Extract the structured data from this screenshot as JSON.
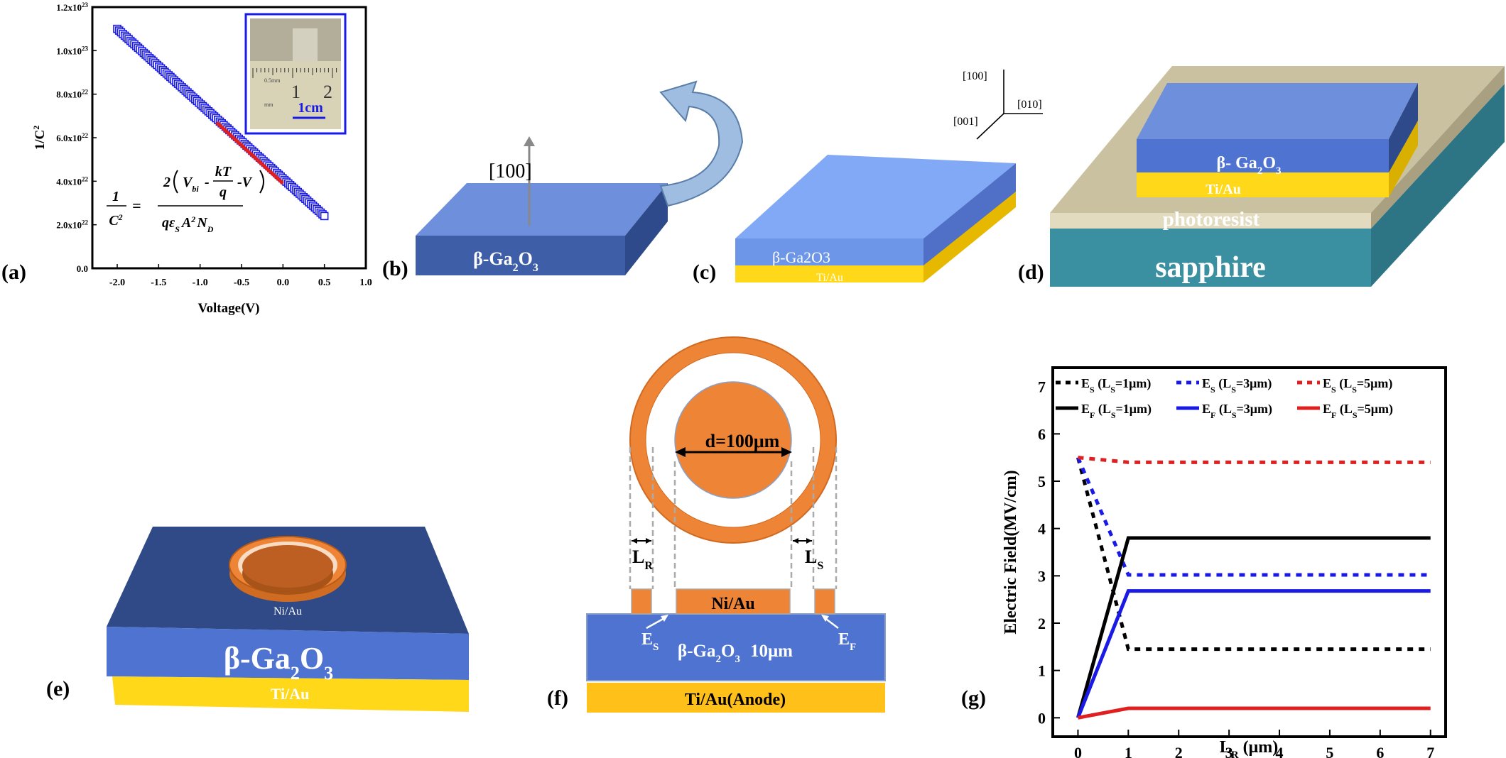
{
  "panels": {
    "a": "(a)",
    "b": "(b)",
    "c": "(c)",
    "d": "(d)",
    "e": "(e)",
    "f": "(f)",
    "g": "(g)"
  },
  "chart_a": {
    "type": "scatter",
    "xlabel": "Voltage(V)",
    "ylabel_base": "1/C",
    "ylabel_sup": "2",
    "xlim": [
      -2.3,
      1.0
    ],
    "ylim": [
      0,
      1.2e+23
    ],
    "x_ticks": [
      "-2.0",
      "-1.5",
      "-1.0",
      "-0.5",
      "0.0",
      "0.5",
      "1.0"
    ],
    "y_ticks": [
      {
        "base": "0.0",
        "sup": ""
      },
      {
        "base": "2.0x10",
        "sup": "22"
      },
      {
        "base": "4.0x10",
        "sup": "22"
      },
      {
        "base": "6.0x10",
        "sup": "22"
      },
      {
        "base": "8.0x10",
        "sup": "22"
      },
      {
        "base": "1.0x10",
        "sup": "23"
      },
      {
        "base": "1.2x10",
        "sup": "23"
      }
    ],
    "series": [
      {
        "marker": "square",
        "color": "#1a1ae6",
        "x_range": [
          -2.0,
          0.5
        ],
        "y_range": [
          1.1e+23,
          2.4e+22
        ]
      },
      {
        "marker": "line",
        "color": "#e02020",
        "x_range": [
          -0.8,
          0.0
        ],
        "y_range": [
          6.7e+22,
          3.9e+22
        ]
      }
    ],
    "inset_labels": {
      "n1": "1",
      "n2": "2",
      "scale": "1cm",
      "mm1": "0.5mm",
      "mm2": "mm"
    },
    "colors": {
      "markers": "#1a1ae6",
      "fit": "#e02020",
      "inset_border": "#1a1ae6"
    }
  },
  "formula": {
    "lhs_num": "1",
    "lhs_den": "C",
    "lhs_den_sup": "2",
    "coef": "2",
    "vbi": "V",
    "vbi_sub": "bi",
    "minus1": "-",
    "kt": "kT",
    "q1": "q",
    "minus2": "-V",
    "den_q": "qε",
    "den_s": "S",
    "den_a": "A",
    "den_a_sup": "2",
    "den_n": "N",
    "den_n_sub": "D"
  },
  "panel_b": {
    "direction": "[100]",
    "layer_base": "β-Ga",
    "layer_sub1": "2",
    "layer_mid": "O",
    "layer_sub2": "3"
  },
  "panel_c": {
    "layer": "β-Ga2O3",
    "metal": "Ti/Au"
  },
  "panel_d": {
    "axis_100": "[100]",
    "axis_010": "[010]",
    "axis_001": "[001]",
    "layer_base": "β- Ga",
    "layer_sub1": "2",
    "layer_mid": "O",
    "layer_sub2": "3",
    "metal": "Ti/Au",
    "photoresist": "photoresist",
    "substrate": "sapphire"
  },
  "panel_e": {
    "contact": "Ni/Au",
    "layer_base": "β-Ga",
    "layer_sub1": "2",
    "layer_mid": "O",
    "layer_sub2": "3",
    "metal": "Ti/Au"
  },
  "panel_f": {
    "diameter": "d=100μm",
    "lr_base": "L",
    "lr_sub": "R",
    "ls_base": "L",
    "ls_sub": "S",
    "contact": "Ni/Au",
    "es_base": "E",
    "es_sub": "S",
    "ef_base": "E",
    "ef_sub": "F",
    "layer_base": "β-Ga",
    "layer_sub1": "2",
    "layer_mid": "O",
    "layer_sub2": "3",
    "thickness": "10μm",
    "anode": "Ti/Au(Anode)"
  },
  "chart_g": {
    "type": "line",
    "xlabel_base": "L",
    "xlabel_sub": "R",
    "xlabel_unit": " (μm)",
    "ylabel": "Electric Field(MV/cm)",
    "xlim": [
      -0.5,
      7.3
    ],
    "ylim": [
      -0.4,
      7.4
    ],
    "x_ticks": [
      "0",
      "1",
      "2",
      "3",
      "4",
      "5",
      "6",
      "7"
    ],
    "y_ticks": [
      "0",
      "1",
      "2",
      "3",
      "4",
      "5",
      "6",
      "7"
    ],
    "series": [
      {
        "name_base": "E",
        "name_sub": "S",
        "name_rest": " (L",
        "name_rest_sub": "S",
        "name_end": "=1μm)",
        "style": "dotted",
        "color": "#000000",
        "x": [
          0,
          1,
          7
        ],
        "y": [
          5.5,
          1.45,
          1.45
        ]
      },
      {
        "name_base": "E",
        "name_sub": "S",
        "name_rest": " (L",
        "name_rest_sub": "S",
        "name_end": "=3μm)",
        "style": "dotted",
        "color": "#1a1ae6",
        "x": [
          0,
          1,
          7
        ],
        "y": [
          5.5,
          3.02,
          3.02
        ]
      },
      {
        "name_base": "E",
        "name_sub": "S",
        "name_rest": " (L",
        "name_rest_sub": "S",
        "name_end": "=5μm)",
        "style": "dotted",
        "color": "#e02020",
        "x": [
          0,
          1,
          7
        ],
        "y": [
          5.5,
          5.4,
          5.4
        ]
      },
      {
        "name_base": "E",
        "name_sub": "F",
        "name_rest": " (L",
        "name_rest_sub": "S",
        "name_end": "=1μm)",
        "style": "solid",
        "color": "#000000",
        "x": [
          0,
          1,
          7
        ],
        "y": [
          0,
          3.8,
          3.8
        ]
      },
      {
        "name_base": "E",
        "name_sub": "F",
        "name_rest": " (L",
        "name_rest_sub": "S",
        "name_end": "=3μm)",
        "style": "solid",
        "color": "#1a1ae6",
        "x": [
          0,
          1,
          7
        ],
        "y": [
          0,
          2.68,
          2.68
        ]
      },
      {
        "name_base": "E",
        "name_sub": "F",
        "name_rest": " (L",
        "name_rest_sub": "S",
        "name_end": "=5μm)",
        "style": "solid",
        "color": "#e02020",
        "x": [
          0,
          1,
          7
        ],
        "y": [
          0,
          0.2,
          0.2
        ]
      }
    ],
    "legend": "top"
  },
  "colors": {
    "ga2o3_top": "#6e8fdc",
    "ga2o3_front": "#3e5fa8",
    "ga2o3_side": "#2e4a8a",
    "tiau": "#ffd81a",
    "tiau_dark": "#d9b000",
    "photoresist": "#c9c1a0",
    "sapphire": "#3a8fa0",
    "ni_au": "#ee8536",
    "arrow_blue": "#8fb0d8"
  }
}
